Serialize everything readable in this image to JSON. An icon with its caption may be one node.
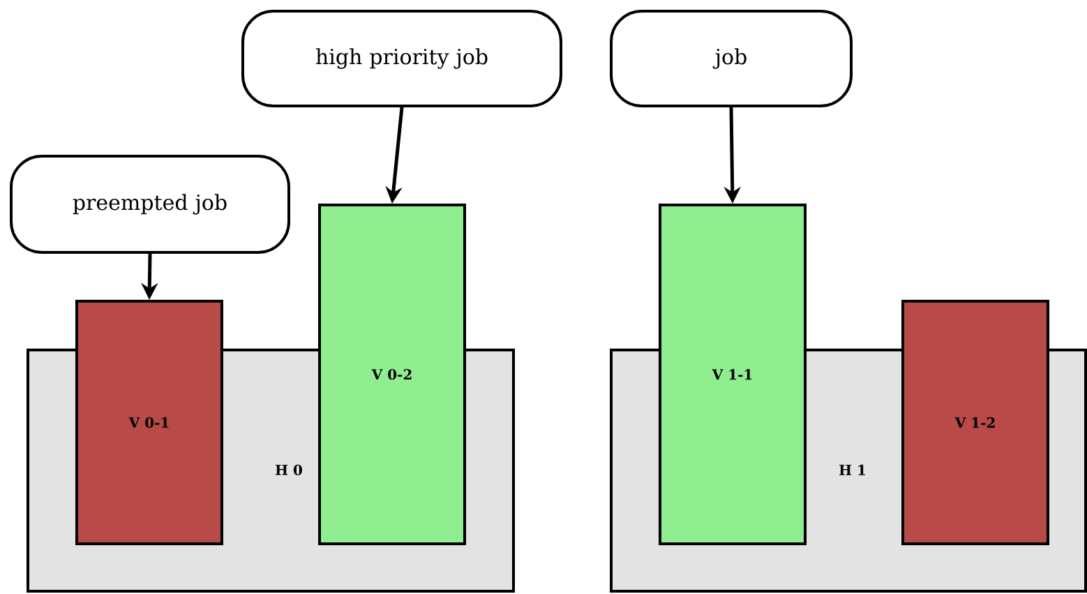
{
  "diagram": {
    "nodes": [
      {
        "text": [
          "high priority job"
        ]
      },
      {
        "text": [
          "job"
        ]
      },
      {
        "text": [
          "preempted job"
        ]
      },
      {
        "text": [
          "H 0"
        ]
      },
      {
        "text": [
          "V 0-1"
        ]
      },
      {
        "text": [
          "V 0-2"
        ]
      },
      {
        "text": [
          "H 1"
        ]
      },
      {
        "text": [
          "V 1-1"
        ]
      },
      {
        "text": [
          "V 1-2"
        ]
      }
    ],
    "edges": [
      {
        "from": 0,
        "to": 5,
        "arrow": "to"
      },
      {
        "from": 1,
        "to": 7,
        "arrow": "to"
      },
      {
        "from": 2,
        "to": 4,
        "arrow": "to"
      }
    ]
  }
}
